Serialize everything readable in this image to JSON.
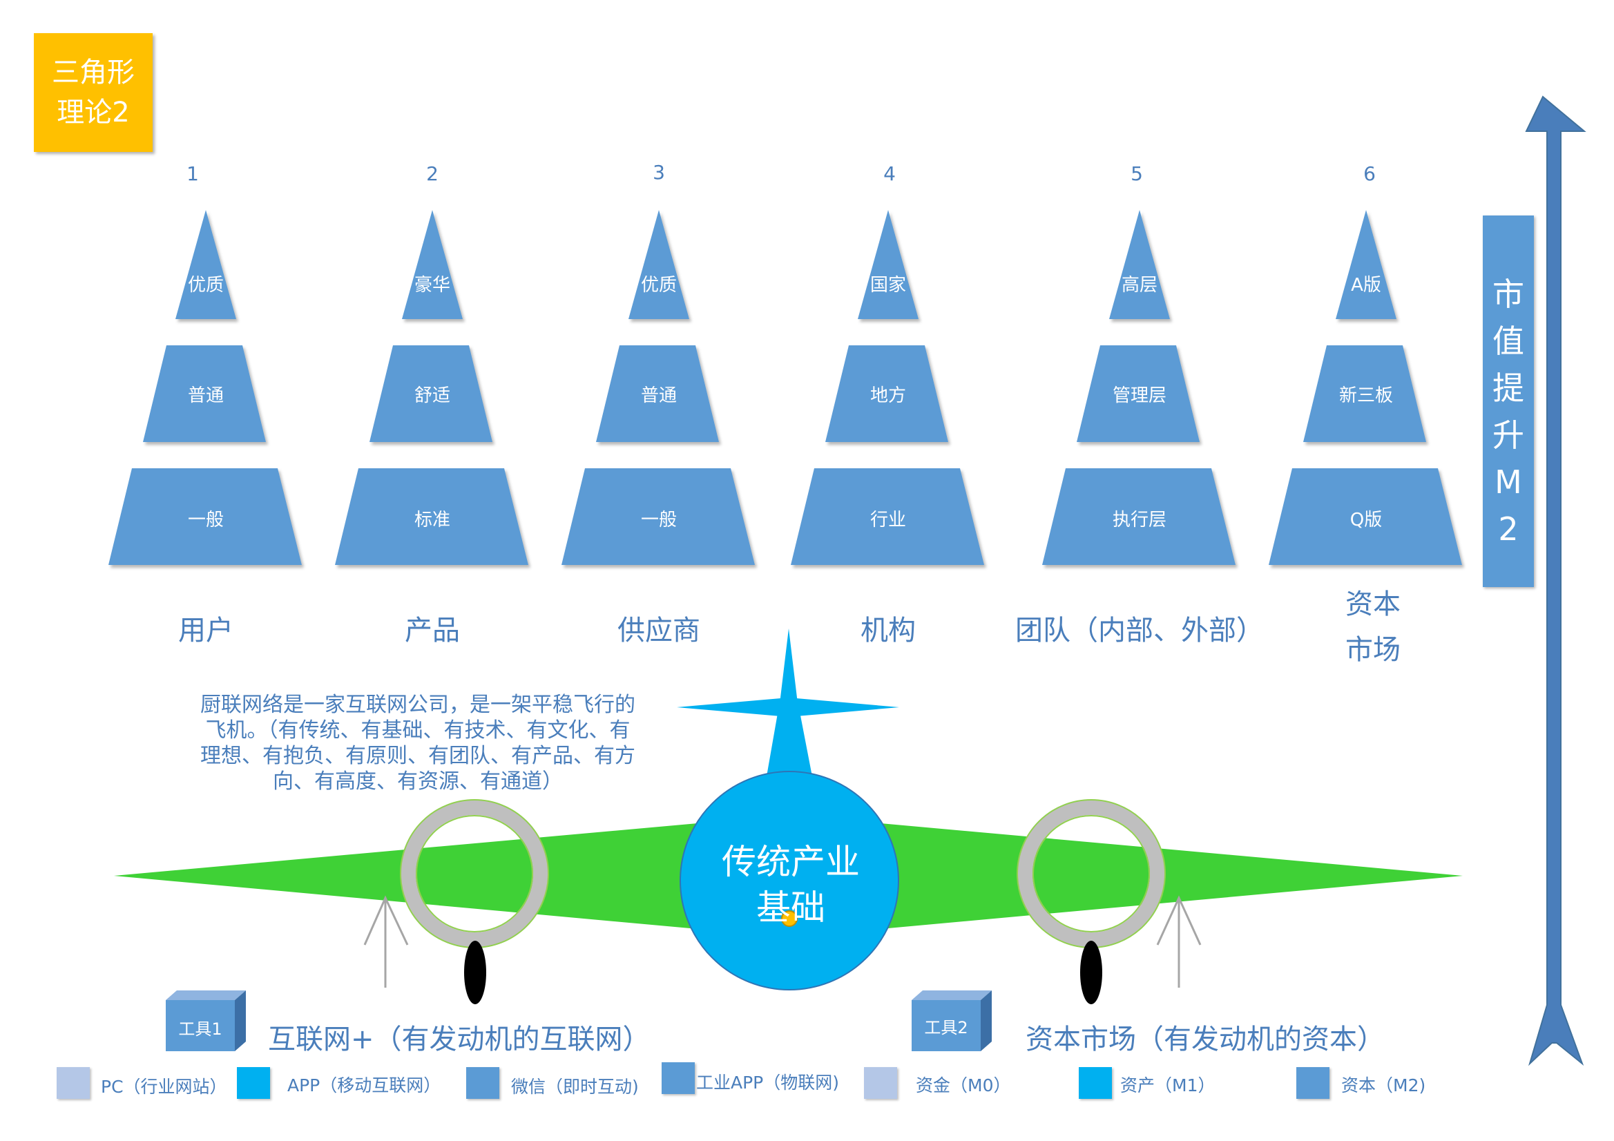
{
  "badge": {
    "line1": "三角形",
    "line2": "理论2"
  },
  "columns": [
    {
      "num": "1",
      "top": "优质",
      "mid": "普通",
      "bottom": "一般",
      "label": "用户"
    },
    {
      "num": "2",
      "top": "豪华",
      "mid": "舒适",
      "bottom": "标准",
      "label": "产品"
    },
    {
      "num": "3",
      "top": "优质",
      "mid": "普通",
      "bottom": "一般",
      "label": "供应商"
    },
    {
      "num": "4",
      "top": "国家",
      "mid": "地方",
      "bottom": "行业",
      "label": "机构"
    },
    {
      "num": "5",
      "top": "高层",
      "mid": "管理层",
      "bottom": "执行层",
      "label": "团队（内部、外部）"
    },
    {
      "num": "6",
      "top": "A版",
      "mid": "新三板",
      "bottom": "Q版",
      "label1": "资本",
      "label2": "市场"
    }
  ],
  "market_value": {
    "chars": [
      "市",
      "值",
      "提",
      "升",
      "M",
      "2"
    ]
  },
  "description": {
    "line1": "厨联网络是一家互联网公司，是一架平稳飞行的",
    "line2": "飞机。（有传统、有基础、有技术、有文化、有",
    "line3": "理想、有抱负、有原则、有团队、有产品、有方",
    "line4": "向、有高度、有资源、有通道）"
  },
  "fuselage": {
    "line1": "传统产业",
    "line2": "基础"
  },
  "tools": [
    {
      "cube": "工具1",
      "text": "互联网+（有发动机的互联网）"
    },
    {
      "cube": "工具2",
      "text": "资本市场（有发动机的资本）"
    }
  ],
  "legend": [
    {
      "label": "PC（行业网站）",
      "color": "#B4C7E7"
    },
    {
      "label": "APP（移动互联网）",
      "color": "#00B0F0"
    },
    {
      "label": "微信（即时互动)",
      "color": "#5B9BD5"
    },
    {
      "label": "工业APP（物联网)",
      "color": "#5B9BD5"
    },
    {
      "label": "资金（M0）",
      "color": "#B4C7E7"
    },
    {
      "label": "资产（M1）",
      "color": "#00B0F0"
    },
    {
      "label": "资本（M2)",
      "color": "#5B9BD5"
    }
  ],
  "colors": {
    "pyramid": "#5B9BD5",
    "wing": "#3FD136",
    "fuselage": "#00B0F0",
    "badge": "#FFC000",
    "text": "#4A7EBB"
  }
}
